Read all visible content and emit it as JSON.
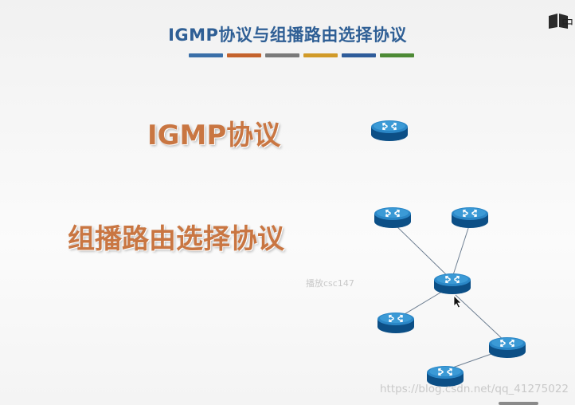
{
  "slide": {
    "title": "IGMP协议与组播路由选择协议",
    "title_color": "#2f5f95",
    "bar_colors": [
      "#3a6fa8",
      "#c4622c",
      "#7a7a7a",
      "#d19a28",
      "#2e5c9a",
      "#4d8a35"
    ],
    "heading_igmp": "IGMP协议",
    "heading_routing": "组播路由选择协议",
    "heading_color": "#c97642",
    "cursor_label": "播放csc147",
    "watermark": "https://blog.csdn.net/qq_41275022",
    "logo_text": "中"
  },
  "diagram": {
    "router_icon": "router-icon",
    "routers": [
      "router-standalone",
      "router-top-left",
      "router-top-right",
      "router-center",
      "router-bottom-left",
      "router-bottom-right",
      "router-bottom-center"
    ]
  }
}
